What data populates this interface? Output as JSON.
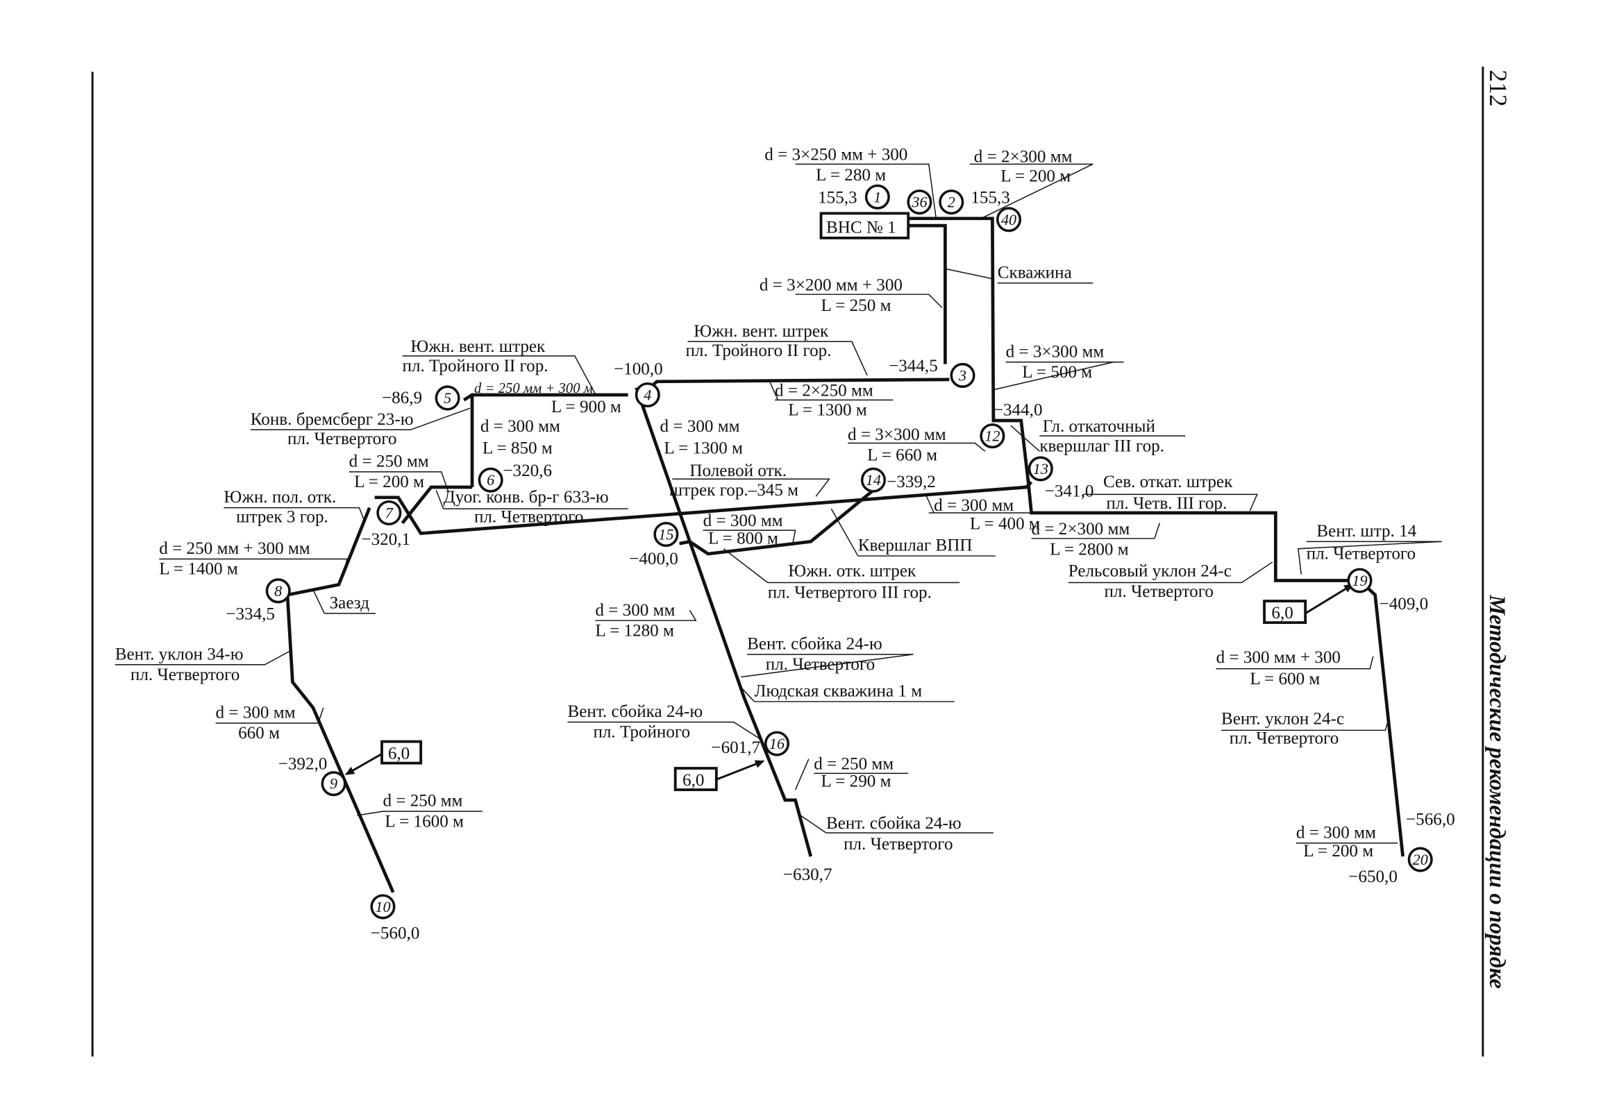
{
  "page": {
    "number": "212",
    "running_title": "Методические рекомендации о порядке"
  },
  "station": "ВНС № 1",
  "sources": [
    "6,0",
    "6,0",
    "6,0"
  ],
  "nodes": [
    "1",
    "36",
    "2",
    "40",
    "3",
    "4",
    "5",
    "6",
    "7",
    "12",
    "13",
    "14",
    "15",
    "8",
    "9",
    "10",
    "16",
    "19",
    "20"
  ],
  "elevations": [
    "155,3",
    "155,3",
    "−344,5",
    "−100,0",
    "−86,9",
    "−320,6",
    "−320,1",
    "−339,2",
    "−344,0",
    "−341,0",
    "−400,0",
    "−334,5",
    "−392,0",
    "−560,0",
    "−601,7",
    "−630,7",
    "−409,0",
    "−566,0",
    "−650,0"
  ],
  "labels": [
    {
      "l1": "d = 3×250 мм + 300",
      "l2": "L = 280 м"
    },
    {
      "l1": "d = 2×300 мм",
      "l2": "L = 200 м"
    },
    {
      "l1": "d = 3×200 мм + 300",
      "l2": "L = 250 м"
    },
    {
      "l1": "Скважина"
    },
    {
      "l1": "Южн. вент. штрек",
      "l2": "пл. Тройного II гор."
    },
    {
      "l1": "d = 3×300 мм",
      "l2": "L = 500 м"
    },
    {
      "l1": "Южн. вент. штрек",
      "l2": "пл. Тройного II гор."
    },
    {
      "l1": "d = 250 мм + 300 м",
      "l2": "L = 900 м"
    },
    {
      "l1": "d = 2×250 мм",
      "l2": "L = 1300 м"
    },
    {
      "l1": "Конв. бремсберг 23-ю",
      "l2": "пл. Четвертого"
    },
    {
      "l1": "d = 300 мм",
      "l2": "L = 850 м"
    },
    {
      "l1": "d = 300 мм",
      "l2": "L = 1300 м"
    },
    {
      "l1": "d = 3×300 мм",
      "l2": "L = 660 м"
    },
    {
      "l1": "Гл. откаточный",
      "l2": "квершлаг III гор."
    },
    {
      "l1": "d = 250 мм",
      "l2": "L = 200 м"
    },
    {
      "l1": "Полевой отк.",
      "l2": "штрек гор.–345 м"
    },
    {
      "l1": "Южн. пол. отк.",
      "l2": "штрек 3 гор."
    },
    {
      "l1": "Дуог. конв. бр-г 633-ю",
      "l2": "пл. Четвертого"
    },
    {
      "l1": "Сев. откат. штрек",
      "l2": "пл. Четв. III гор."
    },
    {
      "l1": "d = 300 мм",
      "l2": "L = 400 м"
    },
    {
      "l1": "d = 300 мм",
      "l2": "L = 800 м"
    },
    {
      "l1": "Квершлаг ВПП"
    },
    {
      "l1": "d = 2×300 мм",
      "l2": "L = 2800 м"
    },
    {
      "l1": "d = 250 мм + 300 мм",
      "l2": "L = 1400 м"
    },
    {
      "l1": "Южн. отк. штрек",
      "l2": "пл. Четвертого III гор."
    },
    {
      "l1": "Рельсовый уклон 24-с",
      "l2": "пл. Четвертого"
    },
    {
      "l1": "Вент. штр. 14",
      "l2": "пл. Четвертого"
    },
    {
      "l1": "Заезд"
    },
    {
      "l1": "d = 300 мм",
      "l2": "L = 1280 м"
    },
    {
      "l1": "Вент. уклон 34-ю",
      "l2": "пл. Четвертого"
    },
    {
      "l1": "Вент. сбойка 24-ю",
      "l2": "пл. Четвертого"
    },
    {
      "l1": "d = 300 мм + 300",
      "l2": "L = 600 м"
    },
    {
      "l1": "Людская скважина 1 м"
    },
    {
      "l1": "Вент. сбойка 24-ю",
      "l2": "пл. Тройного"
    },
    {
      "l1": "Вент. уклон 24-с",
      "l2": "пл. Четвертого"
    },
    {
      "l1": "d = 300 мм",
      "l2": "660 м"
    },
    {
      "l1": "d = 250 мм",
      "l2": "L = 290 м"
    },
    {
      "l1": "d = 250 мм",
      "l2": "L = 1600 м"
    },
    {
      "l1": "Вент. сбойка 24-ю",
      "l2": "пл. Четвертого"
    },
    {
      "l1": "d = 300 мм",
      "l2": "L = 200 м"
    }
  ]
}
